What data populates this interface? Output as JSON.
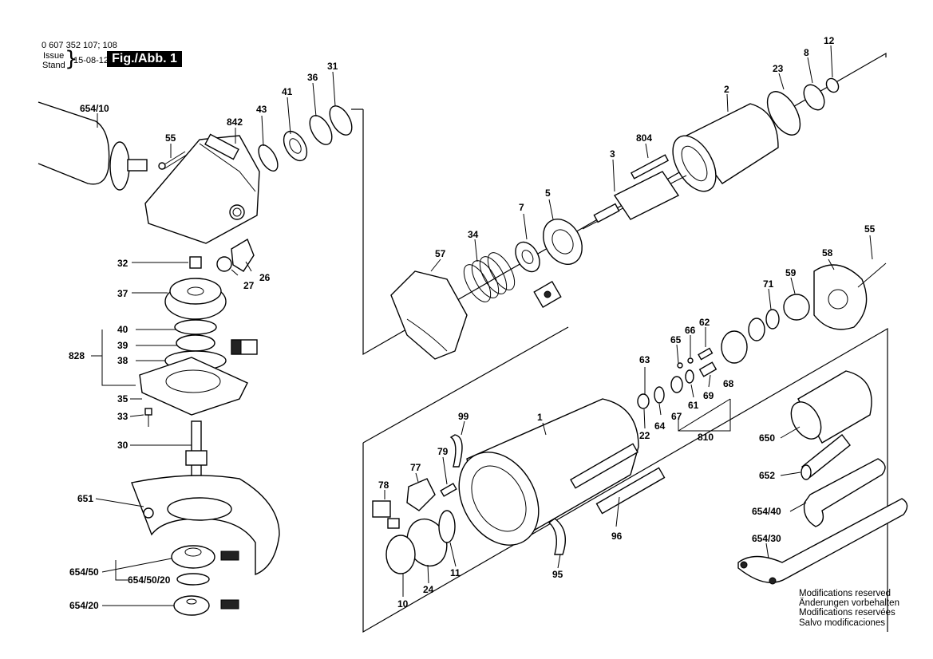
{
  "header": {
    "doc_number": "0 607 352 107; 108",
    "issue_label_1": "Issue",
    "issue_label_2": "Stand",
    "issue_date": "15-08-12",
    "figure_label": "Fig./Abb. 1"
  },
  "notes": [
    "Modifications reserved",
    "Änderungen vorbehalten",
    "Modifications reservées",
    "Salvo modificaciones"
  ],
  "labels": {
    "p654_10": "654/10",
    "p55a": "55",
    "p842": "842",
    "p43": "43",
    "p41": "41",
    "p36": "36",
    "p31": "31",
    "p32": "32",
    "p26": "26",
    "p27": "27",
    "p37": "37",
    "p40": "40",
    "p39": "39",
    "p38": "38",
    "p828": "828",
    "p35": "35",
    "p33": "33",
    "p30": "30",
    "p651": "651",
    "p654_50": "654/50",
    "p654_50_20": "654/50/20",
    "p654_20": "654/20",
    "p12": "12",
    "p8": "8",
    "p23": "23",
    "p2": "2",
    "p804": "804",
    "p3": "3",
    "p5": "5",
    "p7": "7",
    "p34": "34",
    "p57": "57",
    "p55b": "55",
    "p58": "58",
    "p59": "59",
    "p71": "71",
    "p62": "62",
    "p66": "66",
    "p65": "65",
    "p63": "63",
    "p68": "68",
    "p69": "69",
    "p61": "61",
    "p67": "67",
    "p64": "64",
    "p22": "22",
    "p810": "810",
    "p1": "1",
    "p99": "99",
    "p79": "79",
    "p77": "77",
    "p78": "78",
    "p650": "650",
    "p652": "652",
    "p654_40": "654/40",
    "p654_30": "654/30",
    "p96": "96",
    "p95": "95",
    "p11": "11",
    "p24": "24",
    "p10": "10"
  }
}
